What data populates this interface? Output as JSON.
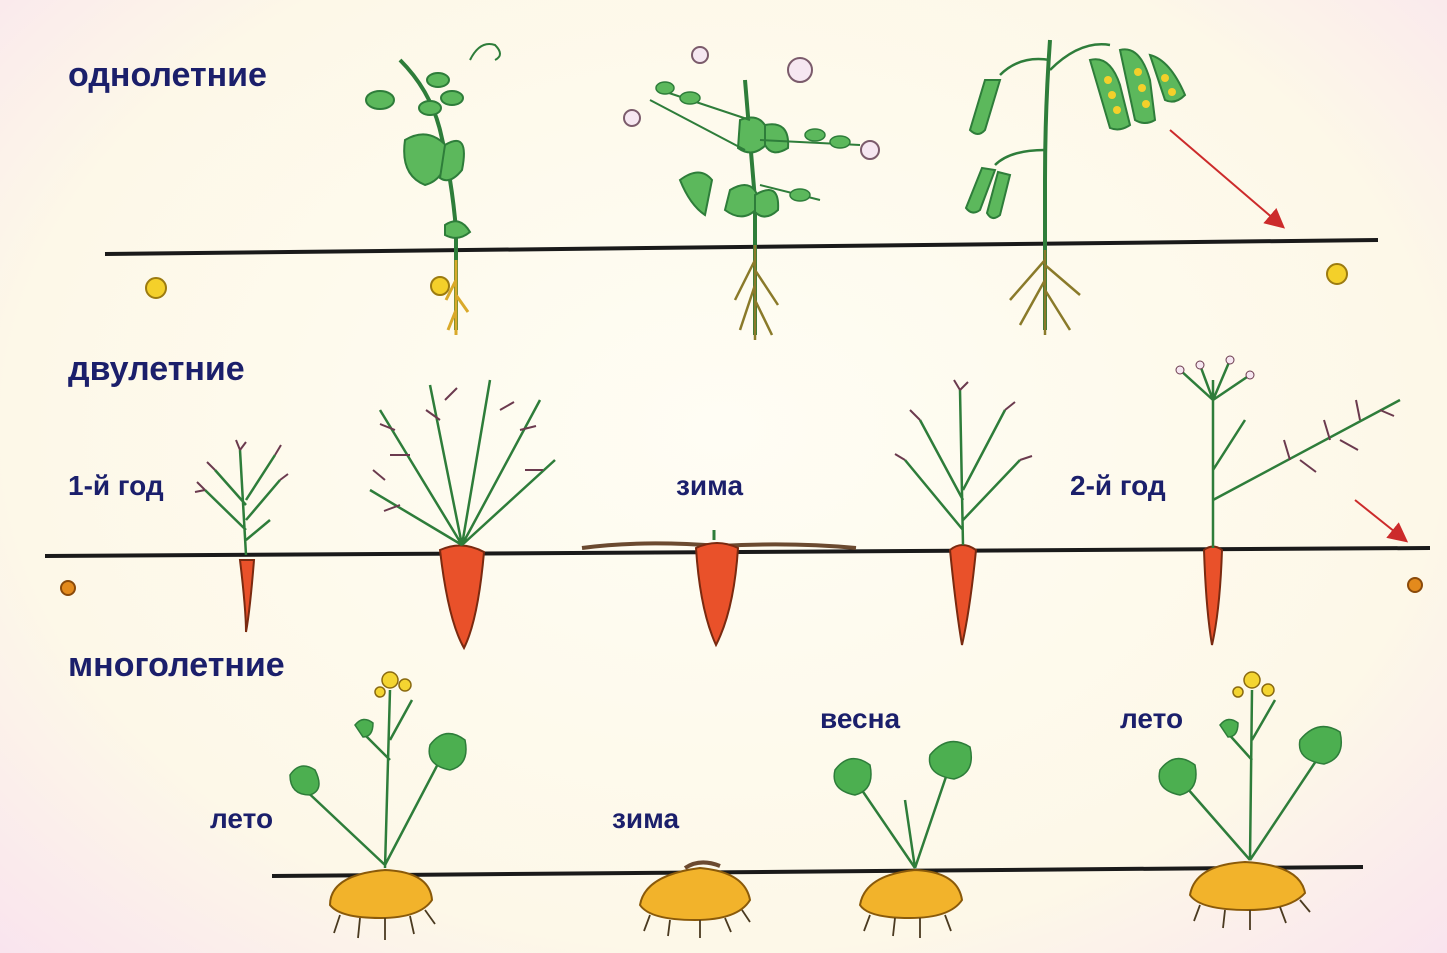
{
  "rows": [
    {
      "title": "однолетние"
    },
    {
      "title": "двулетние",
      "labels": [
        "1-й год",
        "зима",
        "2-й год"
      ]
    },
    {
      "title": "многолетние",
      "labels": [
        "лето",
        "зима",
        "весна",
        "лето"
      ]
    }
  ],
  "colors": {
    "background": "#fdf8e8",
    "border": "#f7c9ec",
    "text": "#1b1f6b",
    "ground_line": "#1a1a1a",
    "stem": "#2e7d3a",
    "leaf": "#5cb85c",
    "pea_flower": "#f6e7f1",
    "pea_seed": "#f4d02a",
    "root_yellow": "#d9a92a",
    "carrot": "#e9512a",
    "tuber": "#f2b32b",
    "buttercup": "#f4d531",
    "arrow": "#cc2b2b"
  }
}
